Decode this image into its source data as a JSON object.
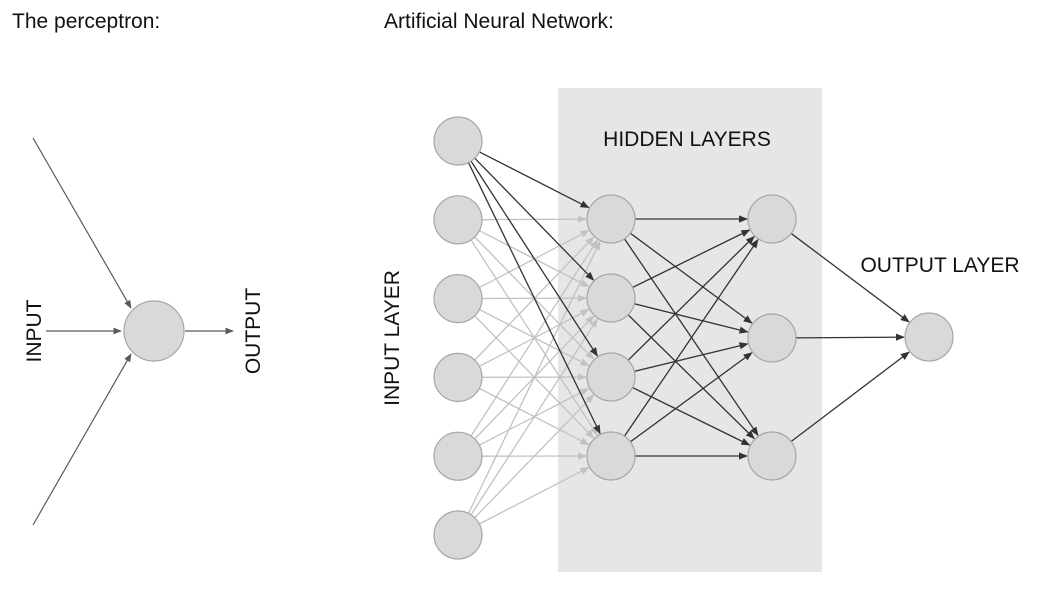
{
  "perceptron": {
    "title": "The perceptron:",
    "input_label": "INPUT",
    "output_label": "OUTPUT"
  },
  "ann": {
    "title": "Artificial Neural Network:",
    "input_layer_label": "INPUT LAYER",
    "hidden_layers_label": "HIDDEN LAYERS",
    "output_layer_label": "OUTPUT LAYER",
    "layers": [
      6,
      4,
      3,
      1
    ],
    "highlighted_input_nodes": [
      0
    ]
  },
  "colors": {
    "node_fill": "#d9d9d9",
    "node_stroke": "#a6a6a6",
    "dark_edge": "#333333",
    "light_edge": "#c2c2c2",
    "perceptron_edge": "#595959",
    "hidden_panel": "#e6e6e6"
  }
}
